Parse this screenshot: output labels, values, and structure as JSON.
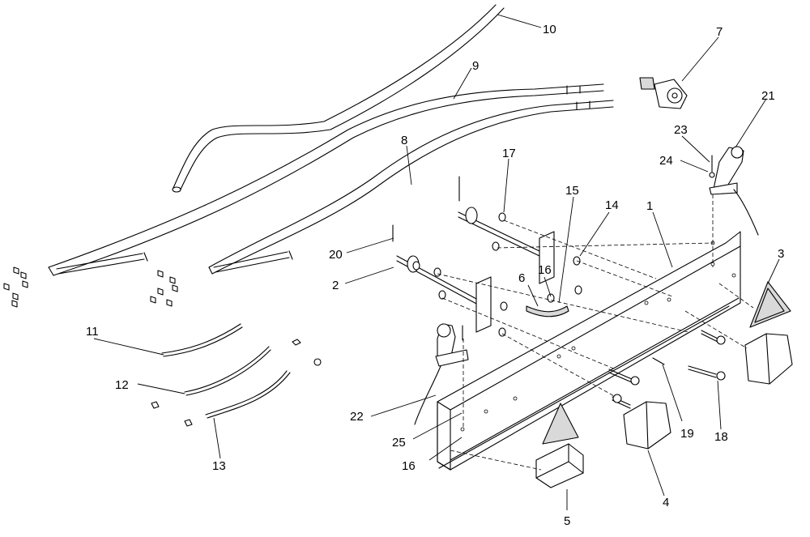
{
  "diagram": {
    "callouts": [
      {
        "id": "c1",
        "label": "1"
      },
      {
        "id": "c2",
        "label": "2"
      },
      {
        "id": "c3",
        "label": "3"
      },
      {
        "id": "c4",
        "label": "4"
      },
      {
        "id": "c5",
        "label": "5"
      },
      {
        "id": "c6",
        "label": "6"
      },
      {
        "id": "c7",
        "label": "7"
      },
      {
        "id": "c8",
        "label": "8"
      },
      {
        "id": "c9",
        "label": "9"
      },
      {
        "id": "c10",
        "label": "10"
      },
      {
        "id": "c11",
        "label": "11"
      },
      {
        "id": "c12",
        "label": "12"
      },
      {
        "id": "c13",
        "label": "13"
      },
      {
        "id": "c14",
        "label": "14"
      },
      {
        "id": "c15",
        "label": "15"
      },
      {
        "id": "c16a",
        "label": "16"
      },
      {
        "id": "c16b",
        "label": "16"
      },
      {
        "id": "c17",
        "label": "17"
      },
      {
        "id": "c18",
        "label": "18"
      },
      {
        "id": "c19",
        "label": "19"
      },
      {
        "id": "c20",
        "label": "20"
      },
      {
        "id": "c21",
        "label": "21"
      },
      {
        "id": "c22",
        "label": "22"
      },
      {
        "id": "c23",
        "label": "23"
      },
      {
        "id": "c24",
        "label": "24"
      },
      {
        "id": "c25",
        "label": "25"
      }
    ]
  }
}
